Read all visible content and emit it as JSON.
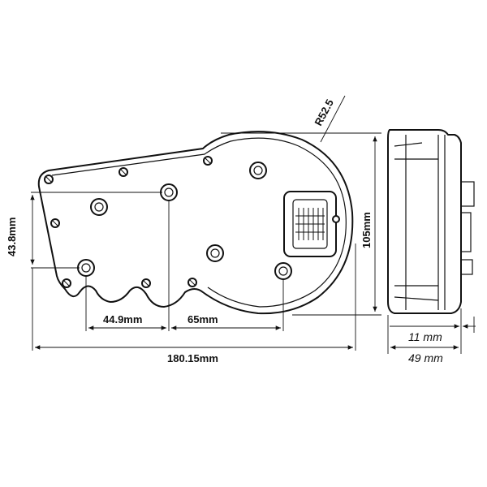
{
  "drawing": {
    "radius_label": "R52.5",
    "height_label": "105mm",
    "hole_spacing_label": "43.8mm",
    "dim_a_label": "44.9mm",
    "dim_b_label": "65mm",
    "width_label": "180.15mm",
    "side_depth_small_label": "11 mm",
    "side_depth_label": "49 mm"
  }
}
